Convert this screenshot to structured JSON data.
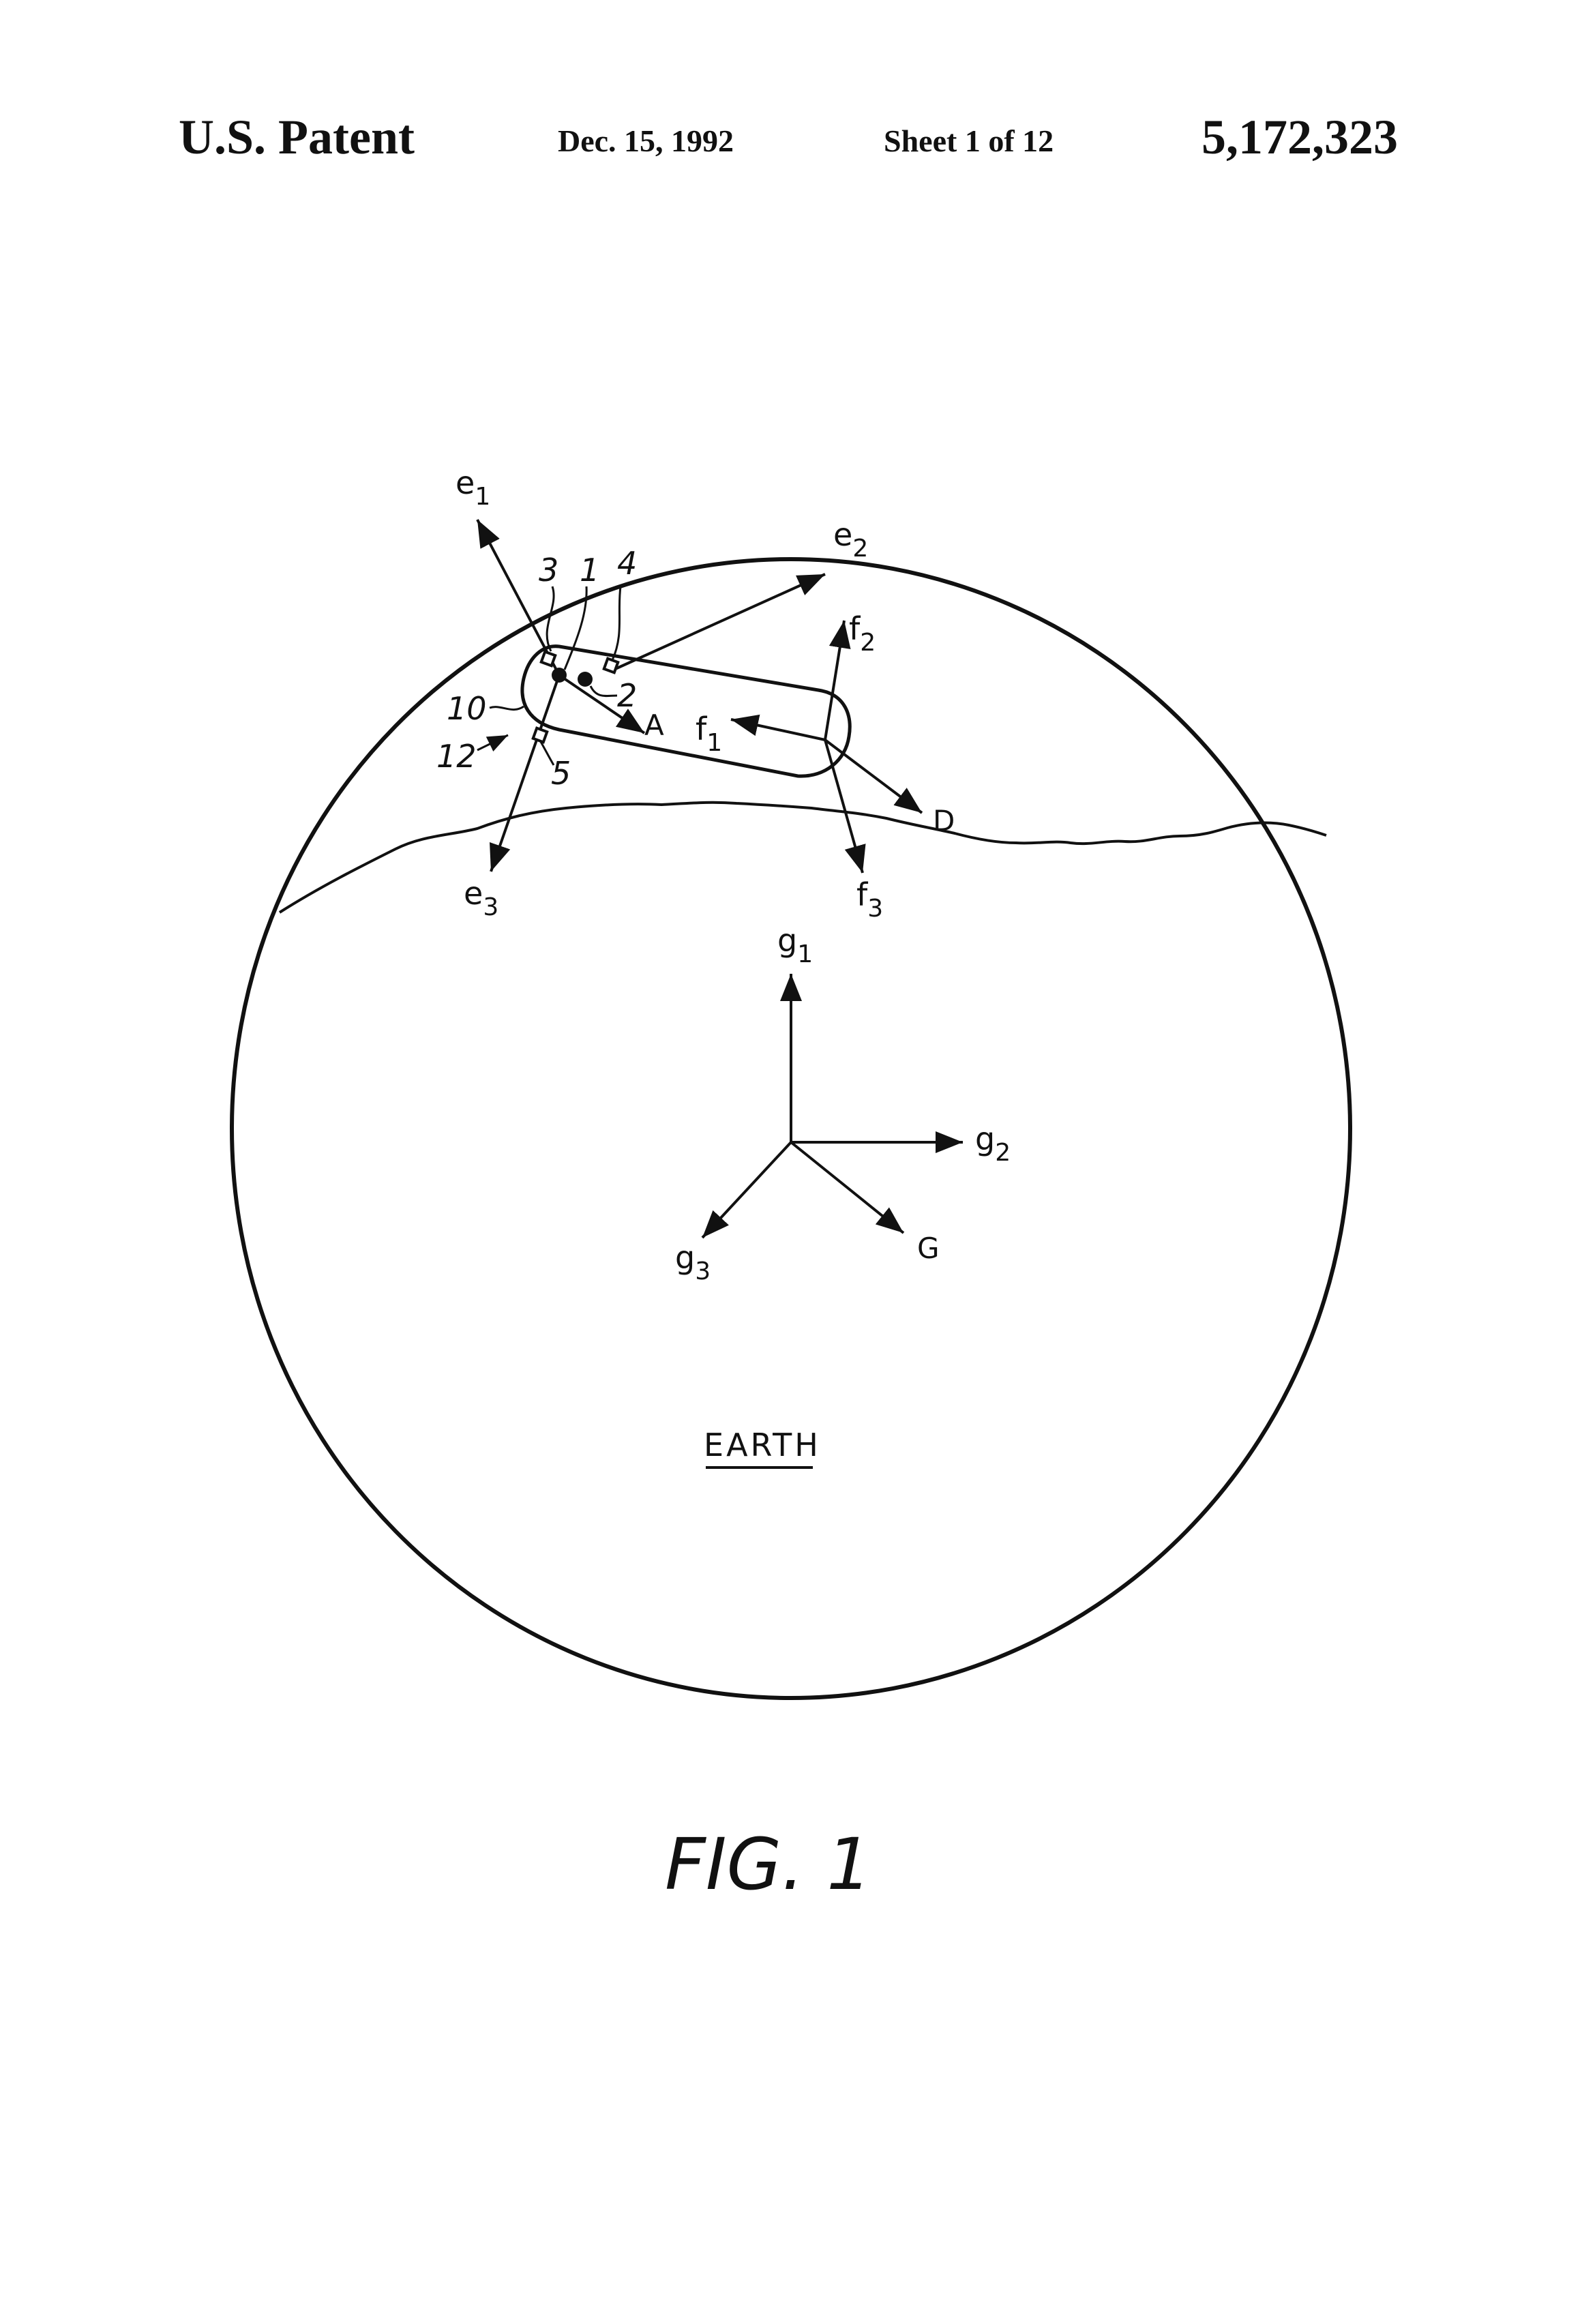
{
  "header": {
    "patent_label": "U.S. Patent",
    "date": "Dec. 15, 1992",
    "sheet": "Sheet 1 of 12",
    "patent_number": "5,172,323"
  },
  "figure": {
    "caption": "FIG. 1",
    "earth_label": "EARTH",
    "satellite_axes": {
      "e1": "e",
      "e2": "e",
      "e3": "e",
      "sub1": "1",
      "sub2": "2",
      "sub3": "3"
    },
    "second_axes": {
      "f1": "f",
      "f2": "f",
      "f3": "f",
      "sub1": "1",
      "sub2": "2",
      "sub3": "3"
    },
    "earth_axes": {
      "g1": "g",
      "g2": "g",
      "g3": "g",
      "sub1": "1",
      "sub2": "2",
      "sub3": "3"
    },
    "vector_labels": {
      "A": "A",
      "D": "D",
      "G": "G"
    },
    "reference_numerals": {
      "n1": "1",
      "n2": "2",
      "n3": "3",
      "n4": "4",
      "n5": "5",
      "n10": "10",
      "n12": "12"
    }
  }
}
